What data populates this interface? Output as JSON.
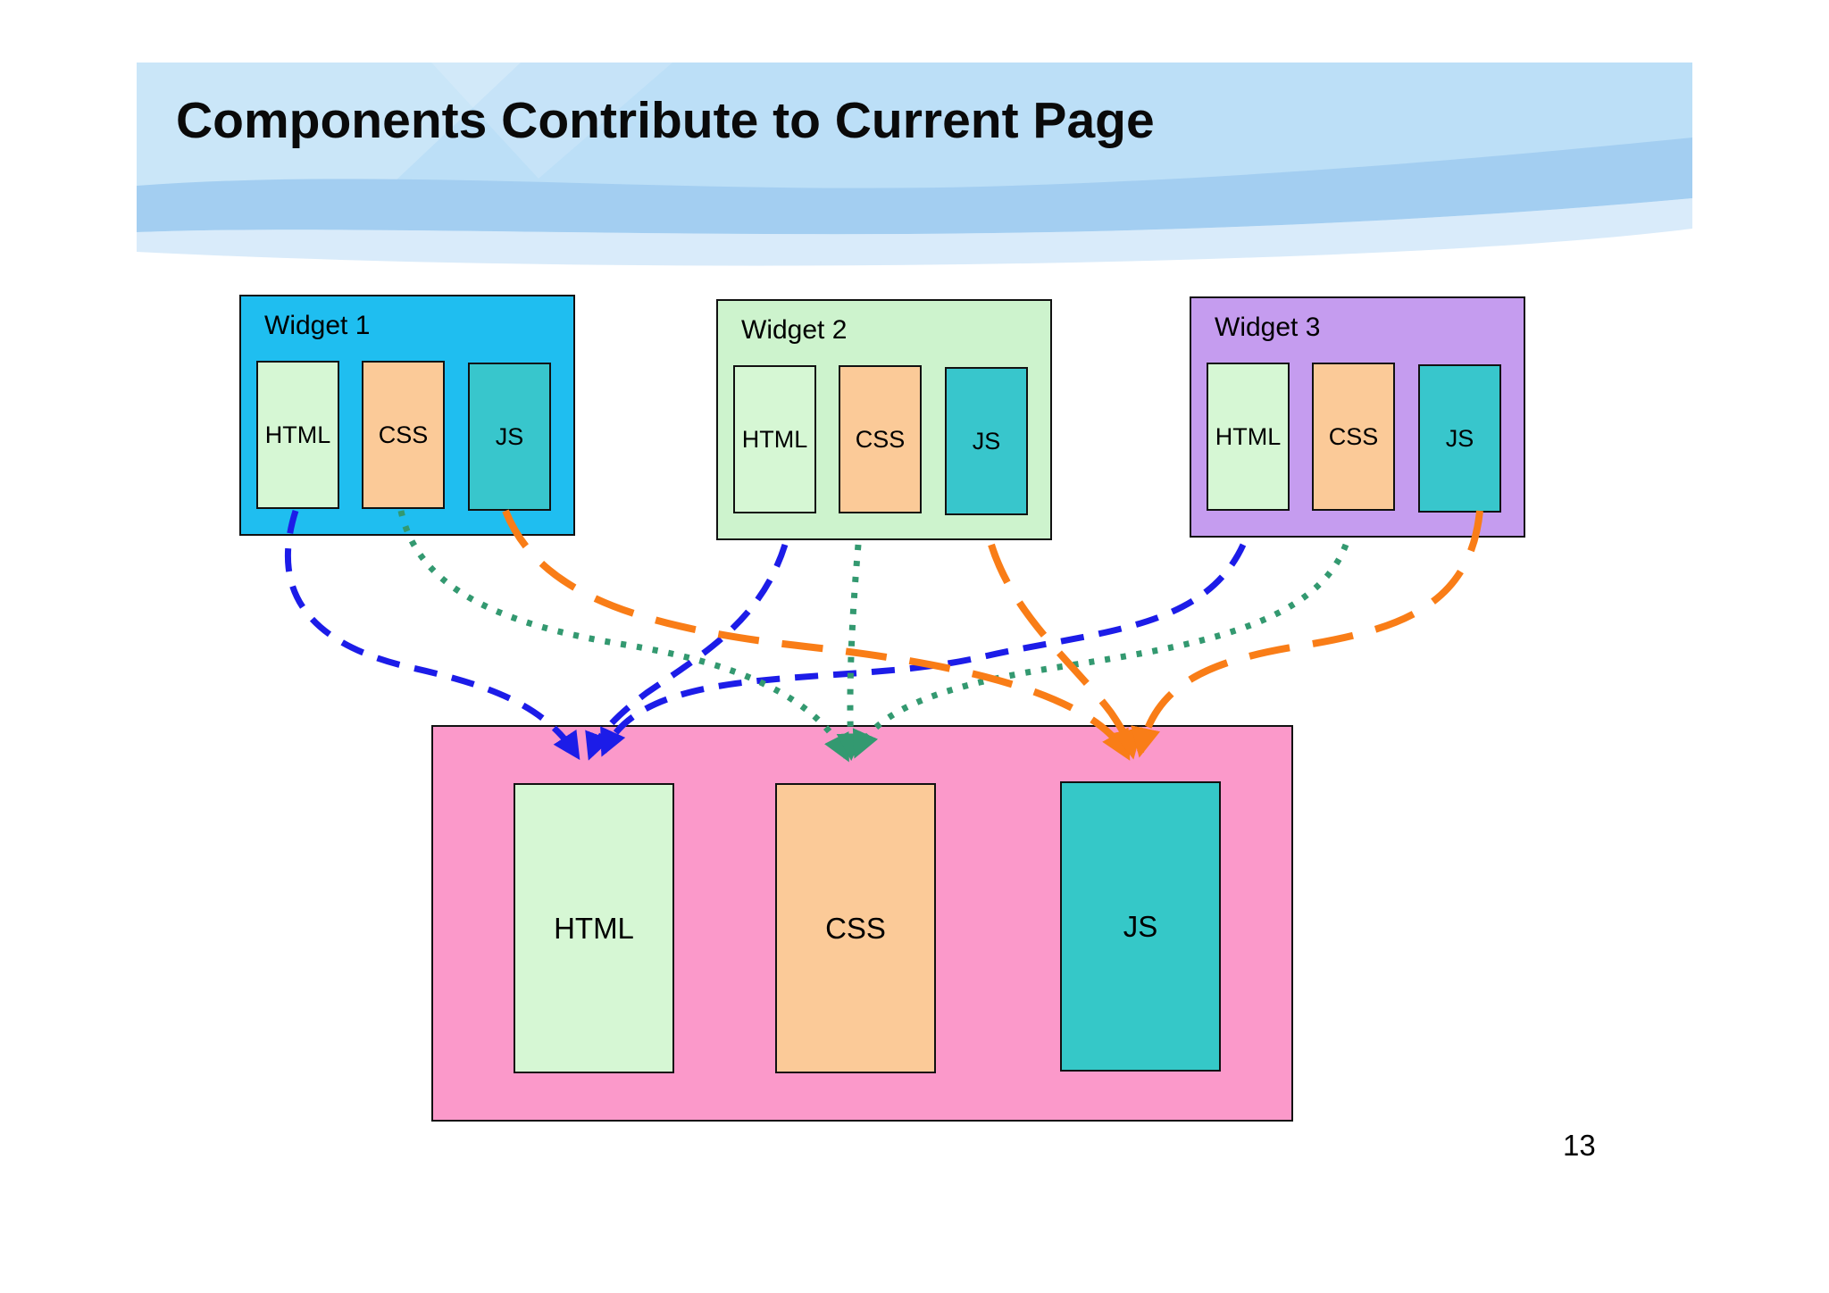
{
  "slide": {
    "title": "Components Contribute to Current Page",
    "page_number": "13"
  },
  "widgets": [
    {
      "label": "Widget 1",
      "bg": "#1FBEF0",
      "components": [
        {
          "label": "HTML"
        },
        {
          "label": "CSS"
        },
        {
          "label": "JS"
        }
      ]
    },
    {
      "label": "Widget 2",
      "bg": "#CDF3CD",
      "components": [
        {
          "label": "HTML"
        },
        {
          "label": "CSS"
        },
        {
          "label": "JS"
        }
      ]
    },
    {
      "label": "Widget 3",
      "bg": "#C59CEF",
      "components": [
        {
          "label": "HTML"
        },
        {
          "label": "CSS"
        },
        {
          "label": "JS"
        }
      ]
    }
  ],
  "current_page": {
    "bg": "#FB99CA",
    "components": [
      {
        "label": "HTML"
      },
      {
        "label": "CSS"
      },
      {
        "label": "JS"
      }
    ]
  },
  "colors": {
    "html_box": "#D6F7D4",
    "css_box": "#FBCA98",
    "js_box": "#38C6CC",
    "arrow_html": "#1C1CE8",
    "arrow_css": "#339970",
    "arrow_js": "#F97D17",
    "header_band_base": "#BCDFF7",
    "header_band_swoosh": "#A3CEF1"
  }
}
